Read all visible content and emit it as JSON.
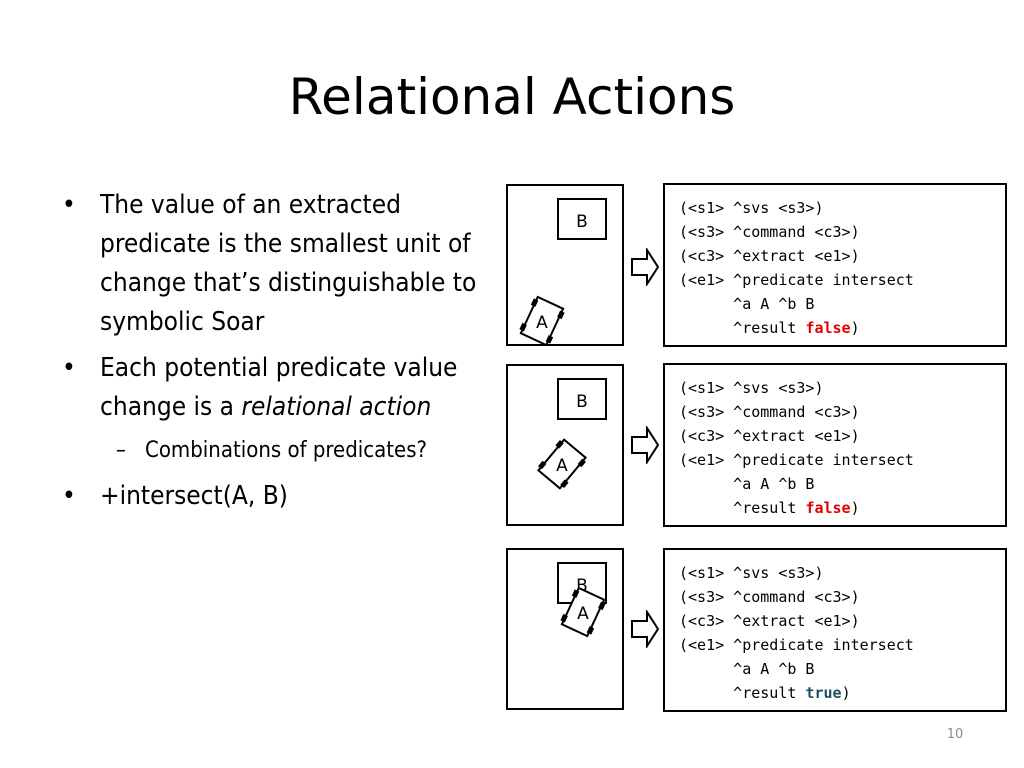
{
  "slide": {
    "title": "Relational Actions",
    "page_number": "10"
  },
  "bullets": {
    "b1": "The value of an extracted predicate is the smallest unit of change that’s distinguishable to symbolic Soar",
    "b2_pre": "Each potential predicate value change is a ",
    "b2_em": "relational action",
    "sub1": "Combinations of predicates?",
    "b3": "+intersect(A, B)",
    "bullet_glyph": "•",
    "sub_glyph": "–"
  },
  "panels": [
    {
      "box_b": "B",
      "box_a": "A",
      "lines": [
        "(<s1> ^svs <s3>)",
        "(<s3> ^command <c3>)",
        "(<c3> ^extract <e1>)",
        "(<e1> ^predicate intersect",
        "      ^a A ^b B"
      ],
      "result_pre": "      ^result ",
      "result_val": "false",
      "result_post": ")"
    },
    {
      "box_b": "B",
      "box_a": "A",
      "lines": [
        "(<s1> ^svs <s3>)",
        "(<s3> ^command <c3>)",
        "(<c3> ^extract <e1>)",
        "(<e1> ^predicate intersect",
        "      ^a A ^b B"
      ],
      "result_pre": "      ^result ",
      "result_val": "false",
      "result_post": ")"
    },
    {
      "box_b": "B",
      "box_a": "A",
      "lines": [
        "(<s1> ^svs <s3>)",
        "(<s3> ^command <c3>)",
        "(<c3> ^extract <e1>)",
        "(<e1> ^predicate intersect",
        "      ^a A ^b B"
      ],
      "result_pre": "      ^result ",
      "result_val": "true",
      "result_post": ")"
    }
  ],
  "colors": {
    "false": "#e60000",
    "true": "#1f4e63",
    "page_number": "#8c8c8c"
  }
}
